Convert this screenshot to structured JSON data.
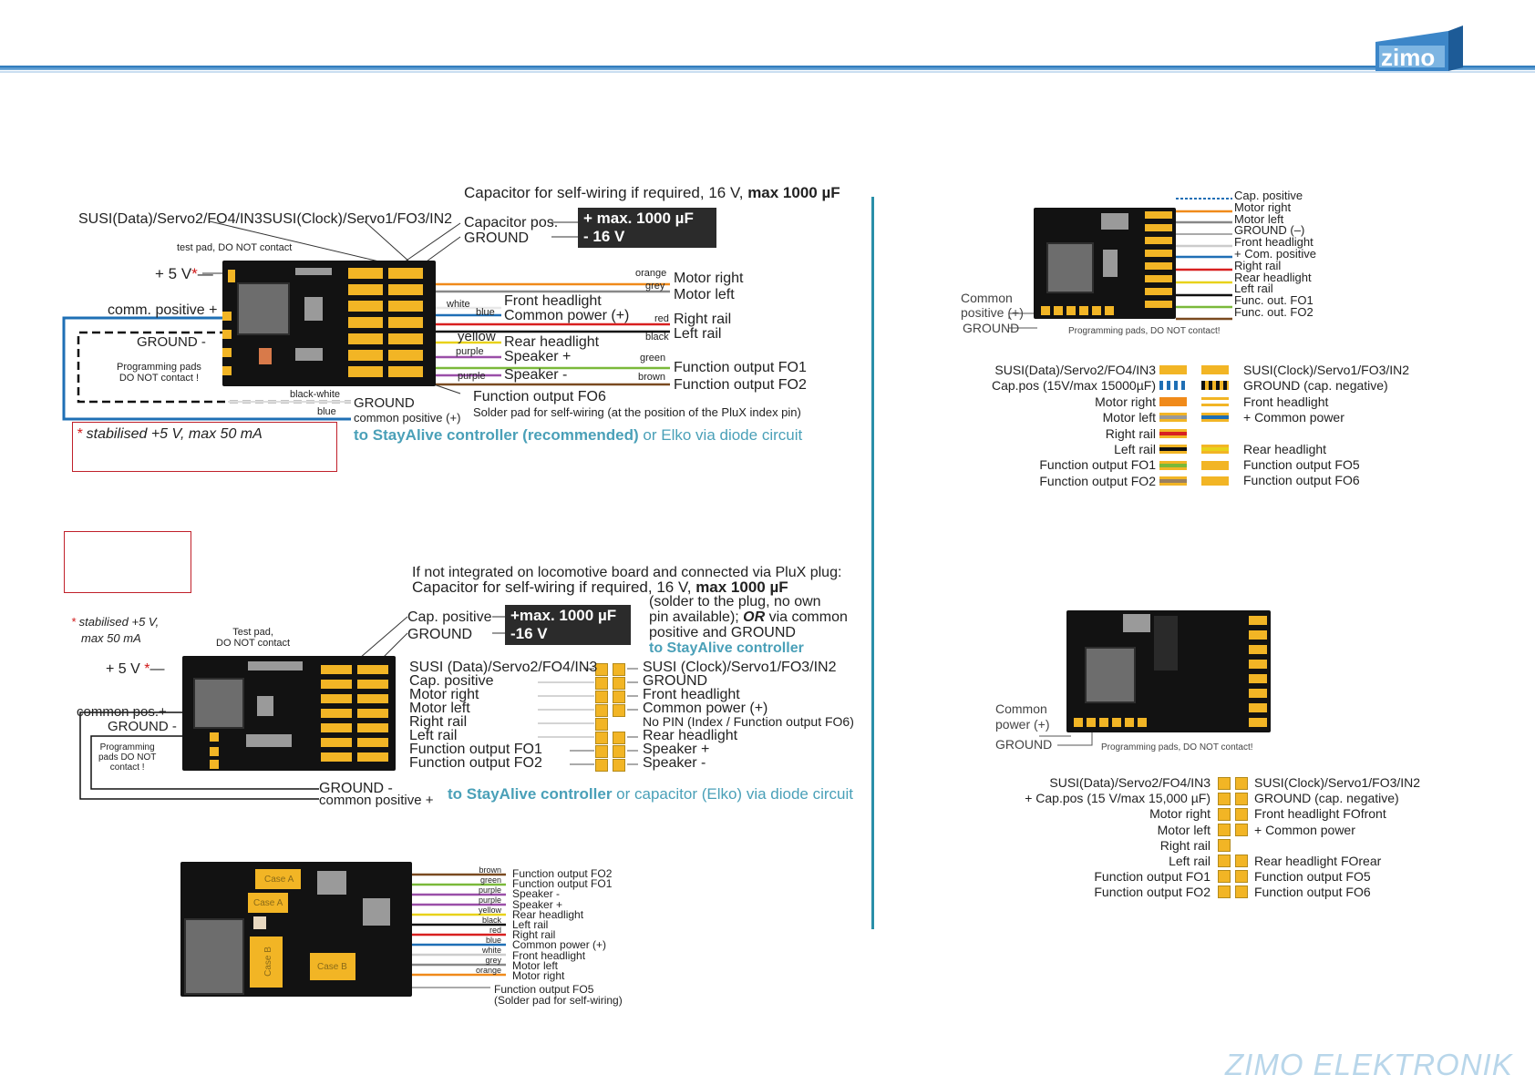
{
  "header": {
    "logo_text": "zimo",
    "colors": {
      "accent": "#1f6fb5",
      "divider": "#2a8fa8",
      "teal": "#4aa0b8",
      "pad": "#f2b525"
    }
  },
  "d1": {
    "cap_title_a": "Capacitor for self-wiring if required, 16 V, ",
    "cap_title_b": "max 1000 µF",
    "susi_data": "SUSI(Data)/Servo2/FO4/IN3",
    "susi_clock": "SUSI(Clock)/Servo1/FO3/IN2",
    "cap_pos": "Capacitor pos.",
    "ground": "GROUND",
    "cap_box_1": "+  max. 1000 µF",
    "cap_box_2": "-  16 V",
    "test_pad": "test pad, DO NOT contact",
    "plus5v": "+ 5 V",
    "comm_pos": "comm. positive +",
    "ground_minus": "GROUND -",
    "prog_pads_1": "Programming pads",
    "prog_pads_2": "DO NOT contact !",
    "wire_orange": "orange",
    "wire_grey": "grey",
    "wire_white": "white",
    "wire_blue": "blue",
    "wire_red": "red",
    "wire_black": "black",
    "wire_yellow": "yellow",
    "wire_purple1": "purple",
    "wire_green": "green",
    "wire_purple2": "purple",
    "wire_brown": "brown",
    "wire_blackwhite": "black-white",
    "wire_blue2": "blue",
    "motor_right": "Motor right",
    "motor_left": "Motor left",
    "front_headlight": "Front headlight",
    "common_power": "Common power (+)",
    "right_rail": "Right rail",
    "left_rail": "Left rail",
    "rear_headlight": "Rear headlight",
    "speaker_plus": "Speaker +",
    "speaker_minus": "Speaker -",
    "fo1": "Function output FO1",
    "fo2": "Function output FO2",
    "fo6": "Function output FO6",
    "solder_pad": "Solder pad for self-wiring (at the position of the PluX index pin)",
    "ground_label": "GROUND",
    "common_positive": "common positive (+)",
    "stayalive_a": "to StayAlive controller (recommended)",
    "stayalive_b": " or Elko via diode circuit",
    "stabilised": "stabilised +5 V, max 50 mA"
  },
  "d2": {
    "note_1": "If not integrated on locomotive board and connected via PluX plug:",
    "note_2a": "Capacitor for self-wiring if required, 16 V, ",
    "note_2b": "max 1000 µF",
    "cap_positive": "Cap. positive",
    "ground": "GROUND",
    "cap_box_1": "+max. 1000 µF",
    "cap_box_2": "-16 V",
    "solder_1": "(solder to the plug, no own",
    "solder_2a": "pin available); ",
    "solder_2b": "OR",
    "solder_2c": " via common",
    "solder_3": "positive and GROUND",
    "solder_4": "to StayAlive controller",
    "stabilised_1": "stabilised +5 V,",
    "stabilised_2": "max 50 mA",
    "test_pad_1": "Test pad,",
    "test_pad_2": "DO NOT contact",
    "plus5v": "+ 5 V",
    "common_pos": "common pos.+",
    "ground_minus": "GROUND -",
    "prog_1": "Programming",
    "prog_2": "pads DO NOT",
    "prog_3": "contact !",
    "left_pins": [
      "SUSI (Data)/Servo2/FO4/IN3",
      "Cap. positive",
      "Motor right",
      "Motor left",
      "Right rail",
      "Left rail",
      "Function output  FO1",
      "Function output  FO2"
    ],
    "right_pins": [
      "SUSI (Clock)/Servo1/FO3/IN2",
      "GROUND",
      "Front headlight",
      "Common power (+)",
      "No PIN (Index / Function output FO6)",
      "Rear headlight",
      "Speaker +",
      "Speaker -"
    ],
    "ground_b": "GROUND -",
    "common_positive": "common positive +",
    "stayalive_a": "to StayAlive controller",
    "stayalive_b": " or capacitor (Elko) via diode circuit"
  },
  "d3": {
    "wire_colors": [
      "brown",
      "green",
      "purple",
      "purple",
      "yellow",
      "black",
      "red",
      "blue",
      "white",
      "grey",
      "orange"
    ],
    "labels": [
      "Function output FO2",
      "Function output FO1",
      "Speaker -",
      "Speaker +",
      "Rear headlight",
      "Left rail",
      "Right rail",
      "Common power (+)",
      "Front headlight",
      "Motor left",
      "Motor right"
    ],
    "fo5_1": "Function output FO5",
    "fo5_2": "(Solder pad for self-wiring)",
    "case_a1": "Case A",
    "case_a2": "Case A",
    "case_b1": "Case B",
    "case_b2": "Case B"
  },
  "d4": {
    "labels": [
      "Cap. positive",
      "Motor right",
      "Motor left",
      "GROUND (–)",
      "Front headlight",
      "+ Com. positive",
      "Right rail",
      "Rear headlight",
      "Left rail",
      "Func. out. FO1",
      "Func. out. FO2"
    ],
    "common_1": "Common",
    "common_2": "positive (+)",
    "ground": "GROUND",
    "prog": "Programming pads, DO NOT contact!",
    "left_pins": [
      "SUSI(Data)/Servo2/FO4/IN3",
      "Cap.pos (15V/max 15000µF)",
      "Motor right",
      "Motor left",
      "Right rail",
      "Left rail",
      "Function output FO1",
      "Function output FO2"
    ],
    "right_pins": [
      "SUSI(Clock)/Servo1/FO3/IN2",
      "GROUND (cap. negative)",
      "Front headlight",
      "+ Common power",
      "",
      "Rear headlight",
      "Function output FO5",
      "Function output FO6"
    ]
  },
  "d5": {
    "common_1": "Common",
    "common_2": "power (+)",
    "ground": "GROUND",
    "prog": "Programming pads, DO NOT contact!",
    "left_pins": [
      "SUSI(Data)/Servo2/FO4/IN3",
      "+ Cap.pos (15 V/max 15,000 µF)",
      "Motor right",
      "Motor left",
      "Right rail",
      "Left rail",
      "Function output FO1",
      "Function output FO2"
    ],
    "right_pins": [
      "SUSI(Clock)/Servo1/FO3/IN2",
      "GROUND (cap. negative)",
      "Front headlight FOfront",
      "+ Common power",
      "",
      "Rear headlight FOrear",
      "Function output FO5",
      "Function output FO6"
    ]
  },
  "footer": {
    "brand": "ZIMO ELEKTRONIK"
  }
}
